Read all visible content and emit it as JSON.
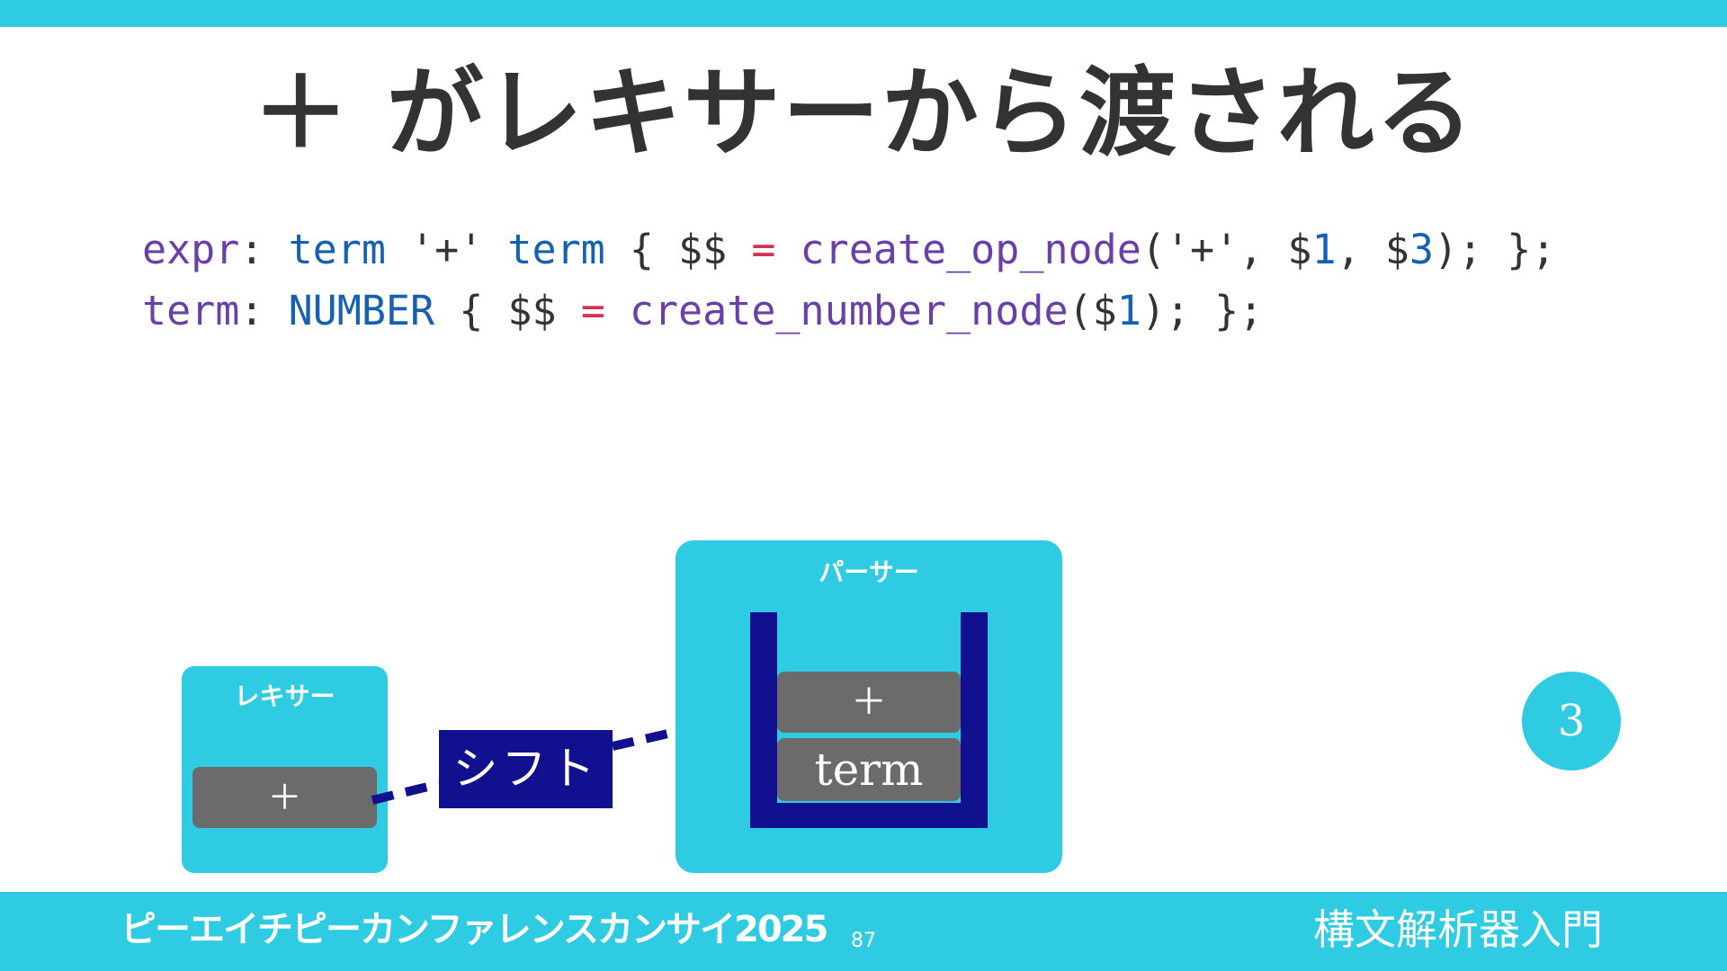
{
  "slide": {
    "title": "＋ がレキサーから渡される"
  },
  "code": {
    "line1": {
      "t1": "expr",
      "t2": ": ",
      "t3": "term",
      "t4": " '+' ",
      "t5": "term",
      "t6": " { $$ ",
      "t7": "=",
      "t8": " ",
      "t9": "create_op_node",
      "t10": "('+', $",
      "t11": "1",
      "t12": ", $",
      "t13": "3",
      "t14": "); };"
    },
    "line2": {
      "t1": "term",
      "t2": ": ",
      "t3": "NUMBER",
      "t4": " { $$ ",
      "t5": "=",
      "t6": " ",
      "t7": "create_number_node",
      "t8": "($",
      "t9": "1",
      "t10": "); };"
    }
  },
  "diagram": {
    "lexer": {
      "label": "レキサー",
      "token": "＋"
    },
    "shift_label": "シフト",
    "parser": {
      "label": "パーサー",
      "stack": [
        "＋",
        "term"
      ]
    }
  },
  "step_badge": "3",
  "footer": {
    "logo_text": "ピーエイチピーカンファレンスカンサイ2025",
    "page_number": "87",
    "deck_title": "構文解析器入門"
  },
  "colors": {
    "accent": "#2ecbe2",
    "navy": "#11108f",
    "token_gray": "#6b6b6b",
    "title_text": "#333333"
  }
}
